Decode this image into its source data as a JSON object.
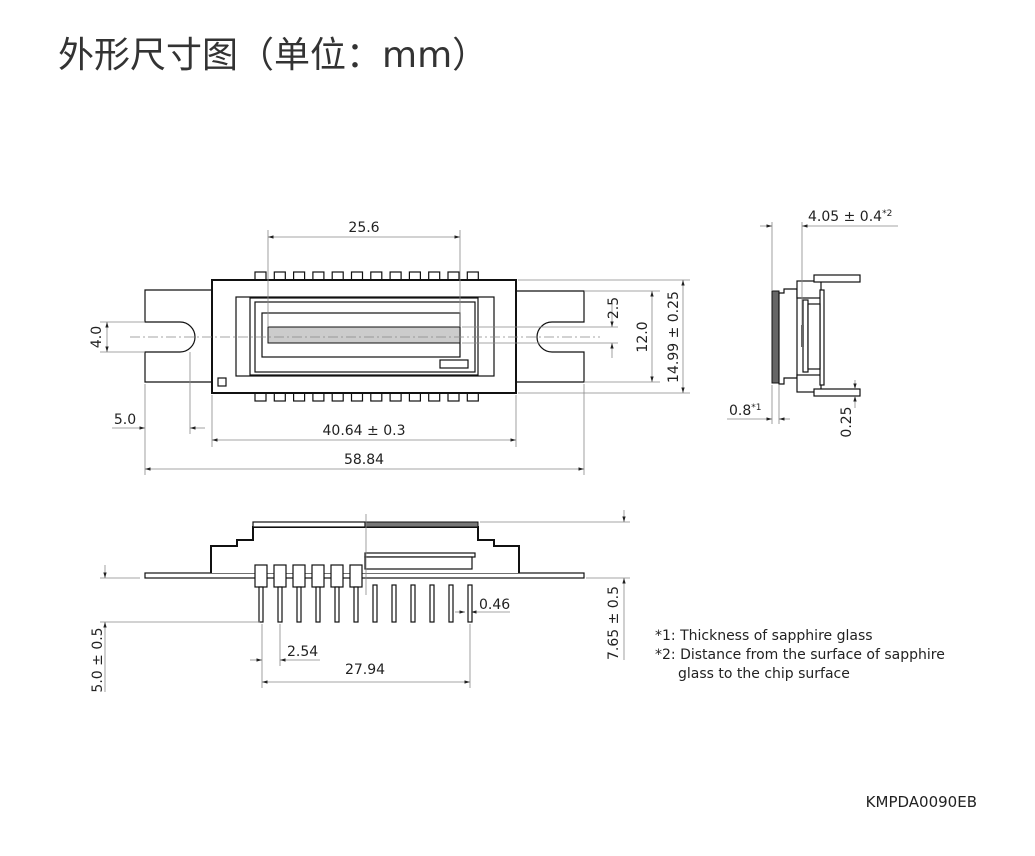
{
  "title": "外形尺寸图（单位：mm）",
  "top_view": {
    "width_active": "25.6",
    "body_length": "40.64 ± 0.3",
    "total_length": "58.84",
    "slot_offset": "5.0",
    "slot_width": "4.0",
    "active_height": "2.5",
    "window_height": "12.0",
    "body_height": "14.99 ± 0.25"
  },
  "side_view": {
    "surface_distance": "4.05 ± 0.4",
    "surface_note": "*2",
    "glass_thickness": "0.8",
    "glass_note": "*1",
    "lead_thickness": "0.25"
  },
  "front_view": {
    "total_height": "7.65 ± 0.5",
    "lead_length": "5.0 ± 0.5",
    "pin_width": "0.46",
    "pin_pitch": "2.54",
    "pin_span": "27.94"
  },
  "notes": [
    "*1: Thickness of sapphire glass",
    "*2: Distance from the surface of sapphire",
    "glass to the chip surface"
  ],
  "drawing_code": "KMPDA0090EB"
}
